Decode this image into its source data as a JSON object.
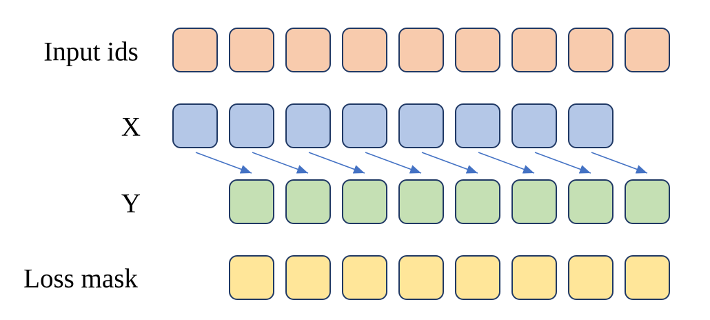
{
  "diagram": {
    "background": "#ffffff",
    "outline_color": "#1F3864",
    "arrow_color": "#4472C4",
    "rows": [
      {
        "id": "input_ids",
        "label": "Input ids",
        "fill": "#F8CBAD",
        "count": 9,
        "offset": 0
      },
      {
        "id": "x",
        "label": "X",
        "fill": "#B4C7E7",
        "count": 8,
        "offset": 0
      },
      {
        "id": "y",
        "label": "Y",
        "fill": "#C5E0B4",
        "count": 8,
        "offset": 1
      },
      {
        "id": "loss_mask",
        "label": "Loss mask",
        "fill": "#FFE699",
        "count": 8,
        "offset": 1
      }
    ],
    "arrows": {
      "count": 8,
      "from_row": "x",
      "to_row": "y"
    }
  }
}
